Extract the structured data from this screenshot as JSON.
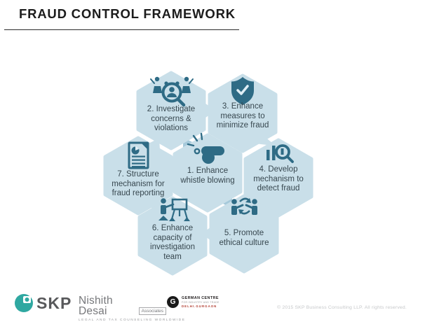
{
  "title": "FRAUD CONTROL FRAMEWORK",
  "colors": {
    "hex_fill": "#c9dfe9",
    "hex_tail": "#a6c9da",
    "icon": "#2e6b85",
    "label_text": "#37474f",
    "title_text": "#1c1c1c",
    "skp_teal": "#2fa8a1",
    "german_red": "#b03a2e",
    "copyright_gray": "#c6c8ca"
  },
  "hexagons": [
    {
      "icon": "whistle-icon",
      "lines": [
        "1. Enhance",
        "whistle blowing"
      ]
    },
    {
      "icon": "people-investigation-icon",
      "lines": [
        "2. Investigate",
        "concerns &",
        "violations"
      ]
    },
    {
      "icon": "shield-check-icon",
      "lines": [
        "3. Enhance",
        "measures to",
        "minimize fraud"
      ]
    },
    {
      "icon": "chart-magnifier-icon",
      "lines": [
        "4. Develop",
        "mechanism to",
        "detect fraud"
      ]
    },
    {
      "icon": "people-exchange-icon",
      "lines": [
        "5. Promote",
        "ethical culture"
      ]
    },
    {
      "icon": "presenter-easel-icon",
      "lines": [
        "6. Enhance",
        "capacity of",
        "investigation",
        "team"
      ]
    },
    {
      "icon": "report-document-icon",
      "lines": [
        "7. Structure",
        "mechanism for",
        "fraud reporting"
      ]
    }
  ],
  "footer": {
    "skp_text": "SKP",
    "nd_name": "Nishith Desai",
    "nd_assoc": "Associates",
    "nd_tagline": "LEGAL AND TAX COUNSELING WORLDWIDE",
    "gc_initial": "G",
    "gc_name": "GERMAN CENTRE",
    "gc_sub": "FOR INDUSTRY AND TRADE",
    "gc_city": "DELHI.GURGAON",
    "copyright": "© 2015 SKP Business Consulting LLP. All rights reserved."
  }
}
